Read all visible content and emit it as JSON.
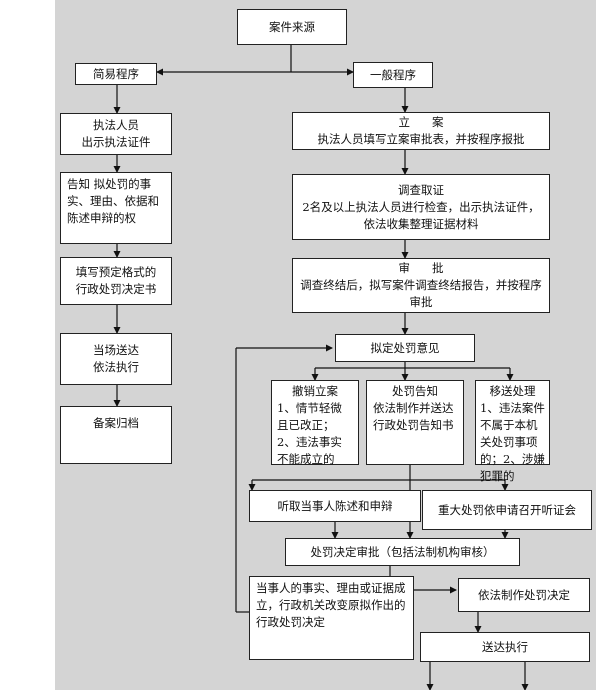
{
  "colors": {
    "background": "#d4d4d4",
    "box": "#ffffff",
    "line": "#111111"
  },
  "nodes": {
    "source": [
      "案件来源"
    ],
    "simple": [
      "简易程序"
    ],
    "general": [
      "一般程序"
    ],
    "show_id": [
      "执法人员",
      "出示执法证件"
    ],
    "notify": "告知 拟处罚的事实、理由、依据和陈述申辩的权",
    "fill_form": [
      "填写预定格式的",
      "行政处罚决定书"
    ],
    "deliver_now": [
      "当场送达",
      "依法执行"
    ],
    "archive": [
      "备案归档"
    ],
    "file_case": [
      "立      案",
      "执法人员填写立案审批表，并按程序报批"
    ],
    "investigate": [
      "调查取证",
      "2名及以上执法人员进行检查，出示执法证件，依法收集整理证据材料"
    ],
    "approve": [
      "审      批",
      "调查终结后，拟写案件调查终结报告，并按程序审批"
    ],
    "draft_opinion": [
      "拟定处罚意见"
    ],
    "revoke": [
      "撤销立案",
      "1、情节轻微且已改正；",
      "2、违法事实不能成立的"
    ],
    "notice": [
      "处罚告知",
      "依法制作并送达行政处罚告知书"
    ],
    "transfer": [
      "移送处理",
      "1、违法案件不属于本机关处罚事项的；2、涉嫌犯罪的"
    ],
    "hear": [
      "听取当事人陈述和申辩"
    ],
    "hearing": [
      "重大处罚依申请召开听证会"
    ],
    "decision_approval": [
      "处罚决定审批（包括法制机构审核）"
    ],
    "facts_valid": "当事人的事实、理由或证据成立，行政机关改变原拟作出的行政处罚决定",
    "make_decision": [
      "依法制作处罚决定"
    ],
    "deliver_exec": [
      "送达执行"
    ]
  }
}
